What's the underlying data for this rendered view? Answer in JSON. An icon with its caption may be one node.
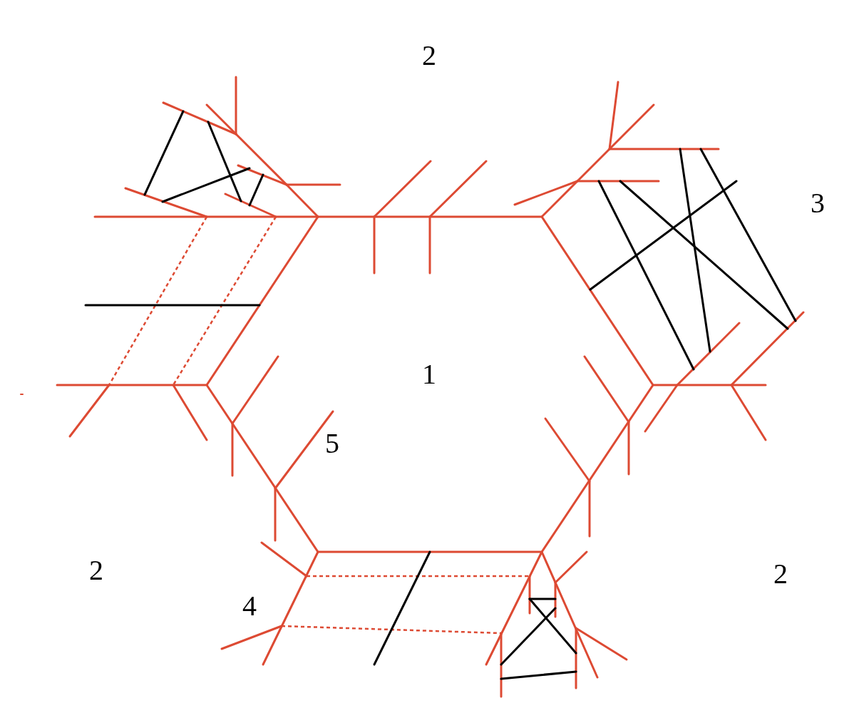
{
  "diagram": {
    "labels": [
      "2",
      "3",
      "1",
      "5",
      "2",
      "2",
      "4"
    ]
  }
}
